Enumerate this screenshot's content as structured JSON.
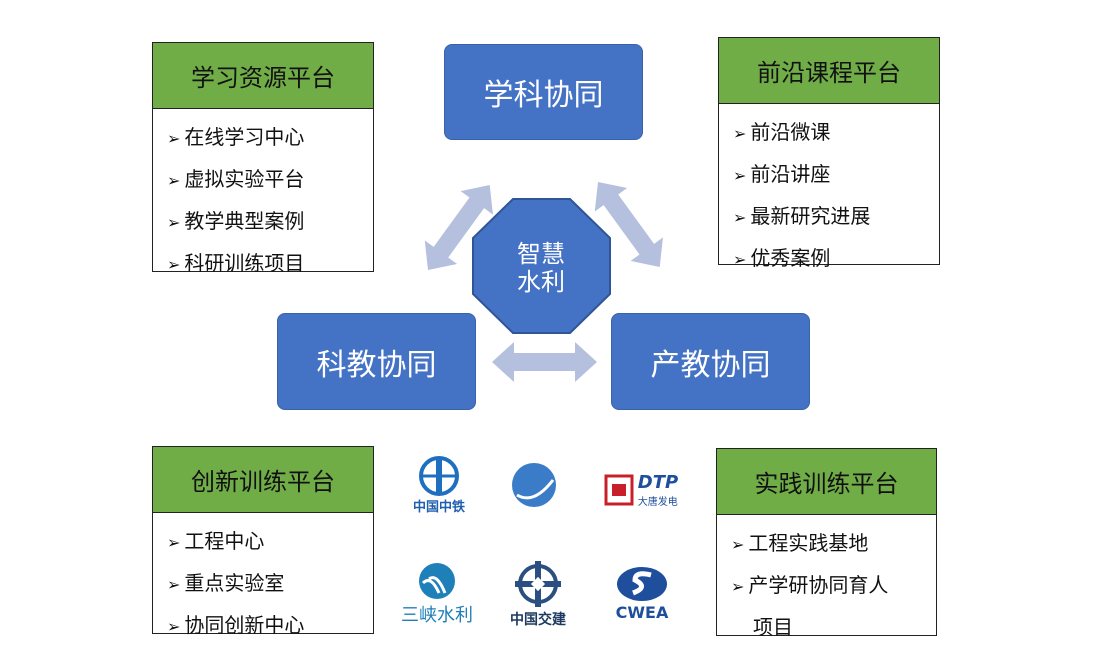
{
  "center": {
    "line1": "智慧",
    "line2": "水利"
  },
  "hubs": {
    "top": "学科协同",
    "left": "科教协同",
    "right": "产教协同"
  },
  "platforms": {
    "learning": {
      "title": "学习资源平台",
      "items": [
        "在线学习中心",
        "虚拟实验平台",
        "教学典型案例",
        "科研训练项目"
      ]
    },
    "frontier": {
      "title": "前沿课程平台",
      "items": [
        "前沿微课",
        "前沿讲座",
        "最新研究进展",
        "优秀案例"
      ]
    },
    "innovation": {
      "title": "创新训练平台",
      "items": [
        "工程中心",
        "重点实验室",
        "协同创新中心"
      ]
    },
    "practice": {
      "title": "实践训练平台",
      "items": [
        "工程实践基地",
        "产学研协同育人",
        "项目"
      ]
    }
  },
  "logos": {
    "crec": "中国中铁",
    "dtp_en": "DTP",
    "dtp_cn": "大唐发电",
    "three_gorges": "三峡水利",
    "cccc": "中国交建",
    "cwea": "CWEA"
  },
  "colors": {
    "hub": "#4472C4",
    "header": "#70AD47",
    "arrow": "#B4C0DD"
  }
}
